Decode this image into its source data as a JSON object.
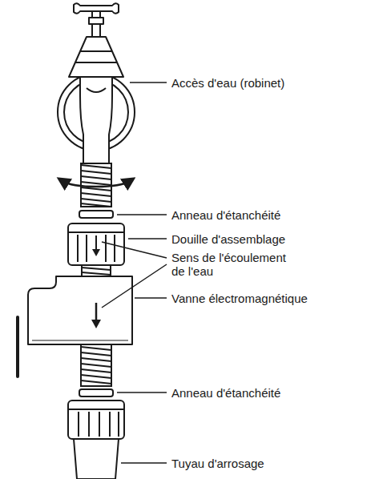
{
  "diagram": {
    "labels": [
      "Accès d'eau (robinet)",
      "Anneau d'étanchéité",
      "Douille d'assemblage",
      "Sens de l'écoulement de l'eau",
      "Vanne électromagnétique",
      "Anneau d'étanchéité",
      "Tuyau d'arrosage"
    ]
  }
}
